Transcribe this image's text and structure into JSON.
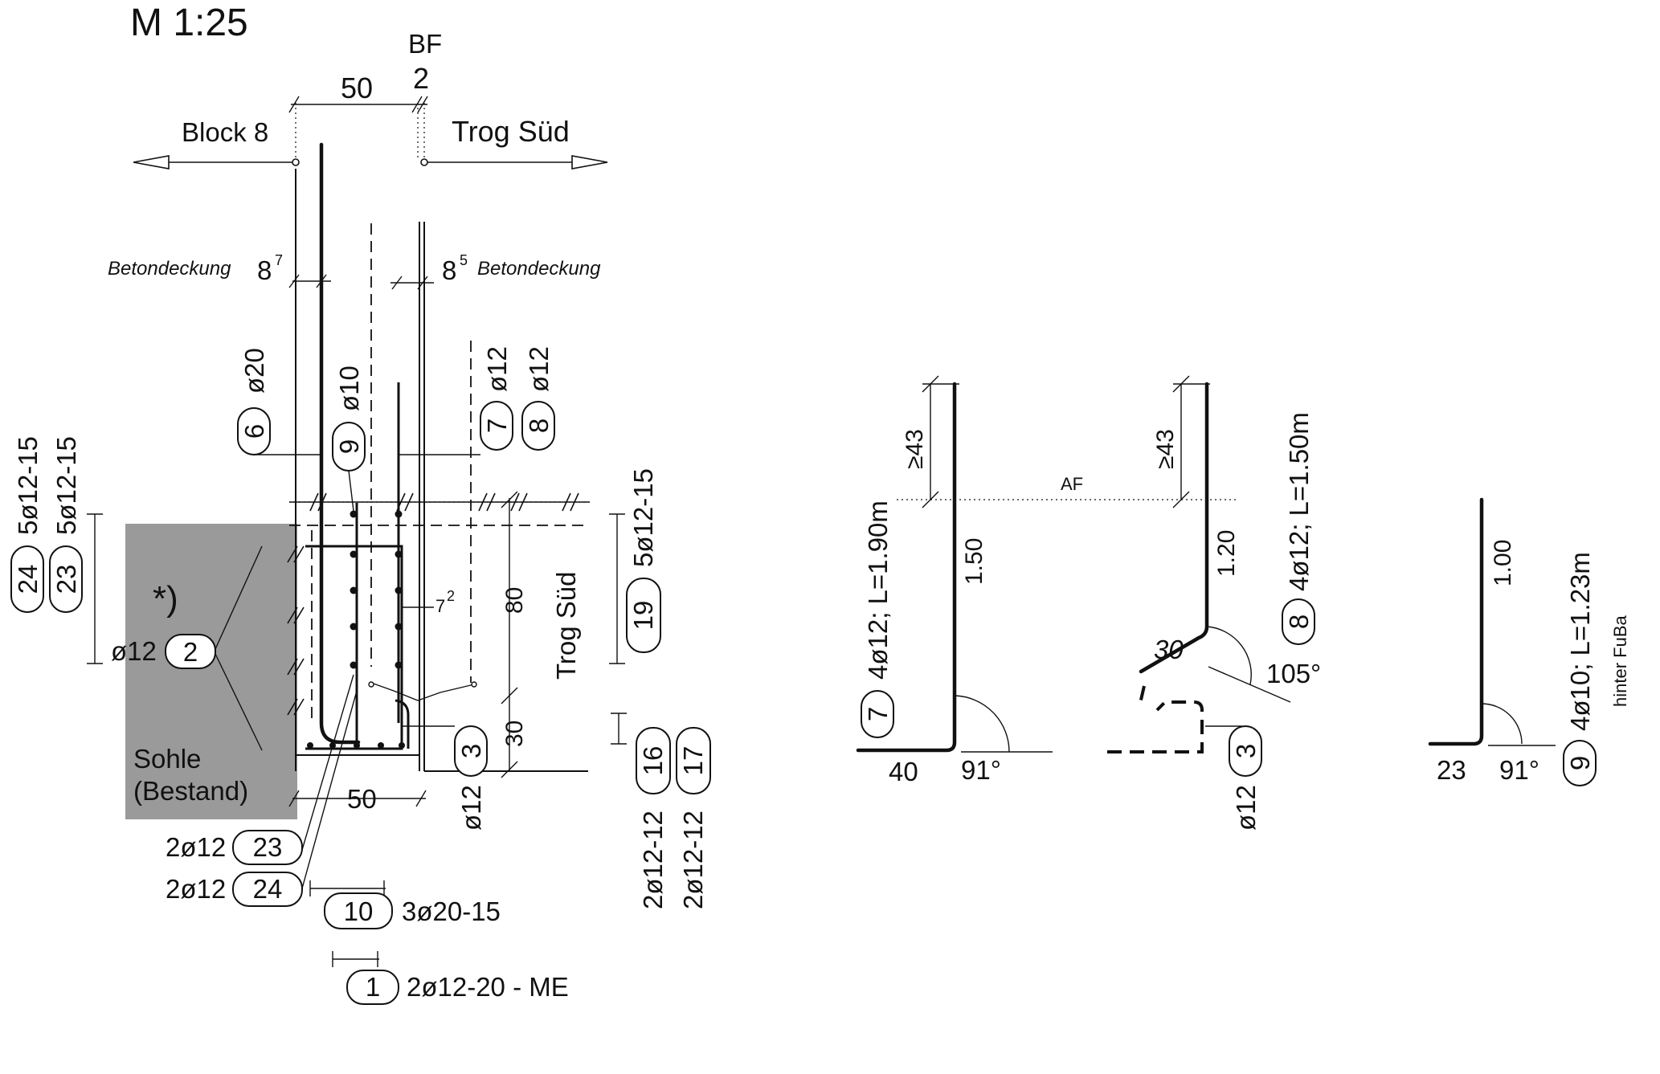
{
  "header": {
    "scale": "M 1:25"
  },
  "top": {
    "bf": "BF",
    "bf_dim": "2",
    "width_dim": "50",
    "left_label": "Block 8",
    "right_label": "Trog Süd"
  },
  "cover": {
    "left_label": "Betondeckung",
    "left_value": "8",
    "left_sup": "7",
    "right_value": "8",
    "right_sup": "5",
    "right_label": "Betondeckung"
  },
  "bars": {
    "b6": {
      "tag": "6",
      "dia": "ø20"
    },
    "b9": {
      "tag": "9",
      "dia": "ø10"
    },
    "b7": {
      "tag": "7",
      "dia": "ø12"
    },
    "b8": {
      "tag": "8",
      "dia": "ø12"
    },
    "b24": {
      "tag": "24",
      "spec": "5ø12-15"
    },
    "b23": {
      "tag": "23",
      "spec": "5ø12-15"
    },
    "b19": {
      "tag": "19",
      "spec": "5ø12-15"
    },
    "b2": {
      "tag": "2",
      "dia": "ø12"
    },
    "b3": {
      "tag": "3",
      "dia": "ø12"
    },
    "b16": {
      "tag": "16",
      "spec": "2ø12-12"
    },
    "b17": {
      "tag": "17",
      "spec": "2ø12-12"
    },
    "b23b": {
      "tag": "23",
      "spec": "2ø12"
    },
    "b24b": {
      "tag": "24",
      "spec": "2ø12"
    },
    "b10": {
      "tag": "10",
      "spec": "3ø20-15"
    },
    "b1": {
      "tag": "1",
      "spec": "2ø12-20 - ME"
    }
  },
  "section": {
    "star": "*)",
    "soil_line1": "Sohle",
    "soil_line2": "(Bestand)",
    "trog_sued": "Trog Süd",
    "dim_80": "80",
    "dim_30": "30",
    "dim_50": "50",
    "dim_7": "7",
    "dim_7_sup": "2"
  },
  "af_label": "AF",
  "shapes": {
    "s7": {
      "tag": "7",
      "spec": "4ø12; L=1.90m",
      "top": "≥43",
      "vertical": "1.50",
      "leg": "40",
      "angle": "91°"
    },
    "s8": {
      "tag": "8",
      "spec": "4ø12; L=1.50m",
      "top": "≥43",
      "vertical": "1.20",
      "leg": "30",
      "angle": "105°",
      "tag2": "3",
      "dia2": "ø12"
    },
    "s9": {
      "tag": "9",
      "spec": "4ø10; L=1.23m",
      "note": "hinter FuBa",
      "vertical": "1.00",
      "leg": "23",
      "angle": "91°"
    }
  }
}
